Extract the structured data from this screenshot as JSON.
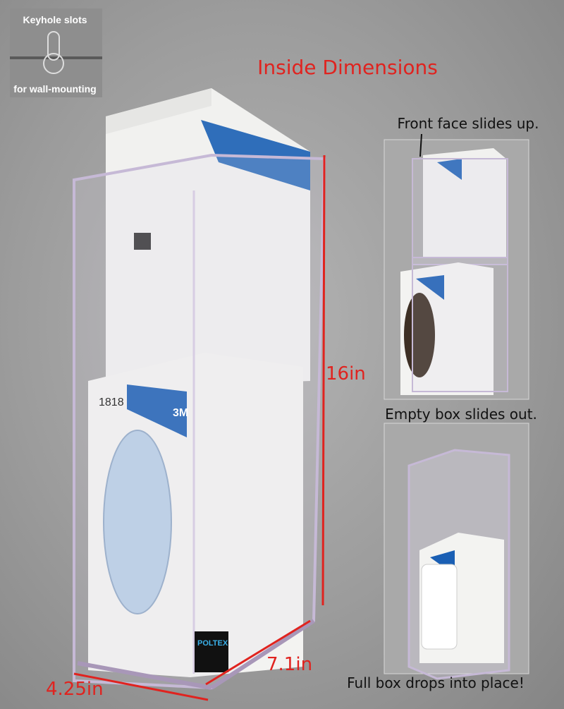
{
  "inset": {
    "top_text": "Keyhole slots",
    "bottom_text": "for wall-mounting"
  },
  "title": "Inside Dimensions",
  "dimensions": {
    "height": "16in",
    "depth": "7.1in",
    "width": "4.25in"
  },
  "steps": {
    "step1": "Front face slides up.",
    "step2": "Empty box slides out.",
    "step3": "Full box drops into place!"
  },
  "product": {
    "brand_box": "3M",
    "model_box": "1818",
    "label_brand": "POLTEX"
  },
  "colors": {
    "dimension_red": "#e0231f",
    "brand_blue": "#1a5fb4",
    "background": "#a6a6a6"
  }
}
